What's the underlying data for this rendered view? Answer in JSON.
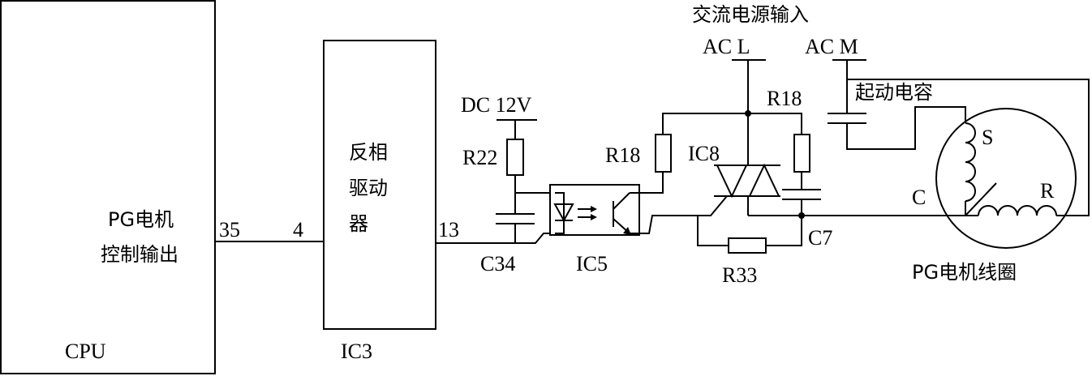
{
  "title": "交流电源输入",
  "cpu": {
    "label": "CPU",
    "output_line1": "PG电机",
    "output_line2": "控制输出",
    "pin": "35"
  },
  "ic3": {
    "label": "IC3",
    "text_line1": "反相",
    "text_line2": "驱动",
    "text_line3": "器",
    "pin_in": "4",
    "pin_out": "13"
  },
  "supply": {
    "dc": "DC 12V",
    "ac_l": "AC L",
    "ac_m": "AC M"
  },
  "components": {
    "r22": "R22",
    "c34": "C34",
    "ic5": "IC5",
    "r18_left": "R18",
    "r18_right": "R18",
    "ic8": "IC8",
    "c7": "C7",
    "r33": "R33",
    "start_cap": "起动电容"
  },
  "motor": {
    "s": "S",
    "c": "C",
    "r": "R",
    "coil_label": "PG电机线圈"
  }
}
